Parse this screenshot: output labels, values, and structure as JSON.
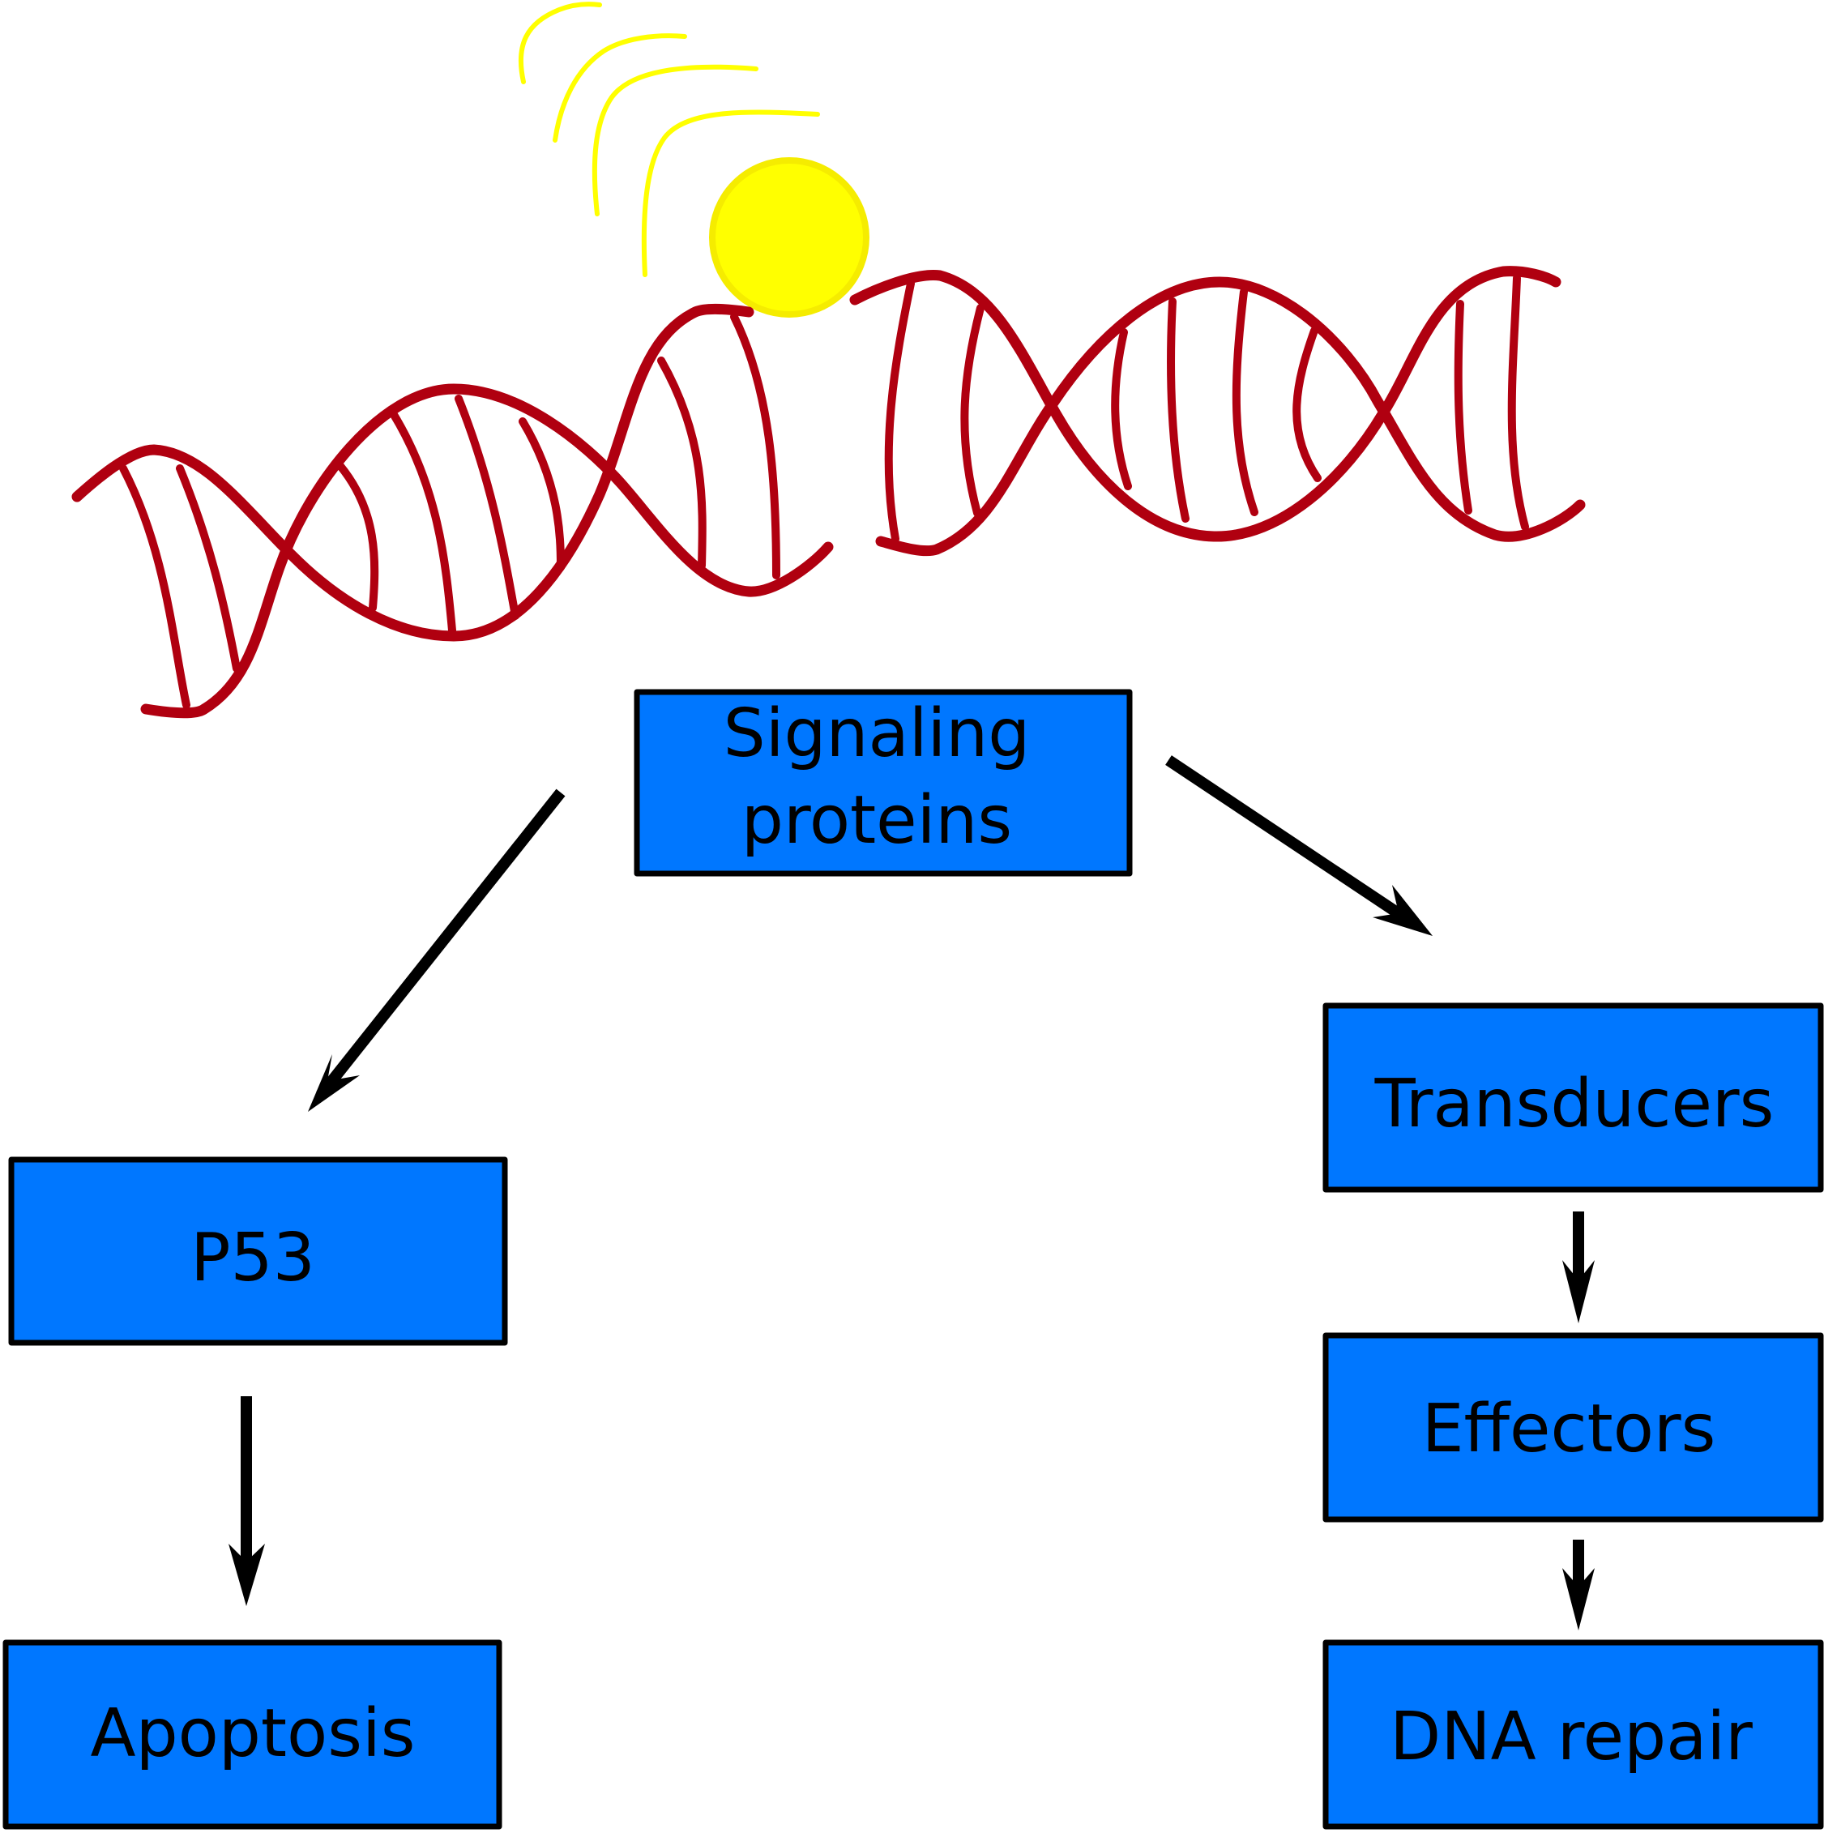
{
  "colors": {
    "box_fill": "#0077ff",
    "box_border": "#000000",
    "dna_strand": "#b00010",
    "uv_light": "#ffff00",
    "arrows": "#000000"
  },
  "boxes": {
    "signaling": {
      "line1": "Signaling",
      "line2": "proteins"
    },
    "p53": {
      "label": "P53"
    },
    "apoptosis": {
      "label": "Apoptosis"
    },
    "transducers": {
      "label": "Transducers"
    },
    "effectors": {
      "label": "Effectors"
    },
    "dna_repair": {
      "label": "DNA repair"
    }
  },
  "icons": {
    "dna": "dna-double-helix-icon",
    "uv": "uv-light-source-icon"
  },
  "edges": [
    {
      "from": "Signaling proteins",
      "to": "P53"
    },
    {
      "from": "P53",
      "to": "Apoptosis"
    },
    {
      "from": "Signaling proteins",
      "to": "Transducers"
    },
    {
      "from": "Transducers",
      "to": "Effectors"
    },
    {
      "from": "Effectors",
      "to": "DNA repair"
    }
  ]
}
